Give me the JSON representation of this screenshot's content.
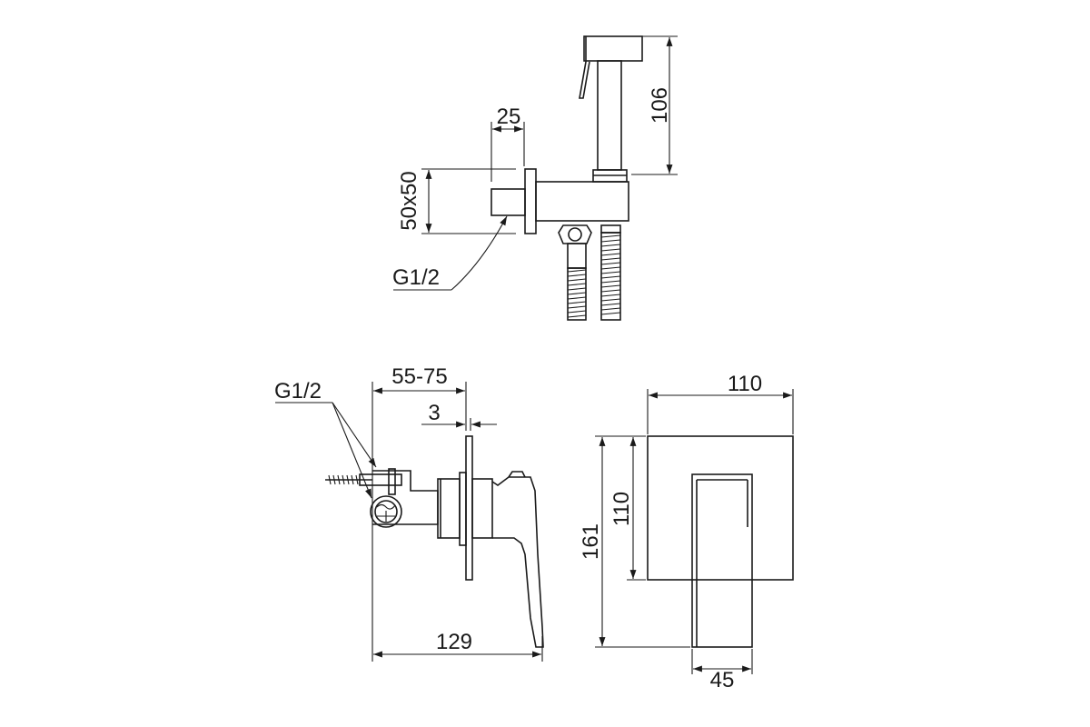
{
  "top_view": {
    "dim_width": "25",
    "dim_plate": "50x50",
    "dim_height": "106",
    "thread_label": "G1/2"
  },
  "side_view": {
    "thread_label": "G1/2",
    "dim_depth": "55-75",
    "dim_plate_thickness": "3",
    "dim_total_length": "129"
  },
  "front_view": {
    "dim_width": "110",
    "dim_plate_height": "110",
    "dim_total_height": "161",
    "dim_handle_width": "45"
  },
  "colors": {
    "line": "#1a1a1a",
    "background": "#ffffff"
  }
}
